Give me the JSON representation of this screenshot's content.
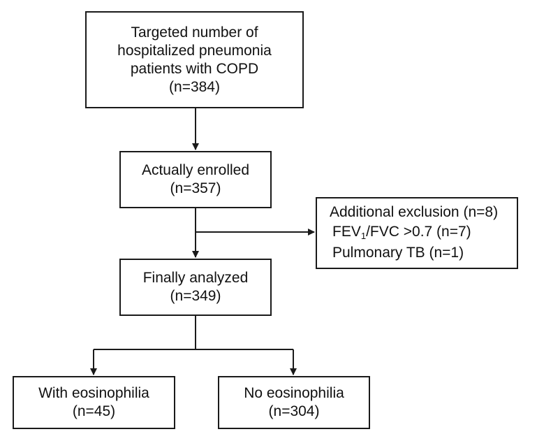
{
  "colors": {
    "stroke": "#1a1a1a",
    "text": "#111111",
    "background": "#ffffff"
  },
  "boxes": {
    "targeted": {
      "lines": [
        "Targeted number of",
        "hospitalized pneumonia",
        "patients with COPD",
        "(n=384)"
      ]
    },
    "enrolled": {
      "lines": [
        "Actually enrolled",
        "(n=357)"
      ]
    },
    "exclusion": {
      "title": "Additional exclusion (n=8)",
      "fev_prefix": "FEV",
      "fev_sub": "1",
      "fev_suffix": "/FVC >0.7 (n=7)",
      "tb": "Pulmonary TB (n=1)"
    },
    "analyzed": {
      "lines": [
        "Finally analyzed",
        "(n=349)"
      ]
    },
    "with_eos": {
      "lines": [
        "With eosinophilia",
        "(n=45)"
      ]
    },
    "no_eos": {
      "lines": [
        "No eosinophilia",
        "(n=304)"
      ]
    }
  }
}
